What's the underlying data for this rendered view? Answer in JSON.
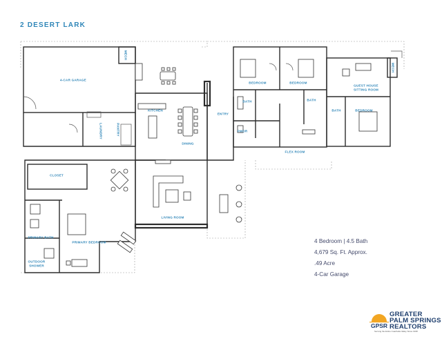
{
  "title": "2 DESERT LARK",
  "rooms": {
    "garage": "4-CAR GARAGE",
    "mech_left": "MECH",
    "laundry": "LAUNDRY",
    "pantry": "PANTRY",
    "kitchen": "KITCHEN",
    "dining": "DINING",
    "entry": "ENTRY",
    "bedroom1": "BEDROOM",
    "bedroom2": "BEDROOM",
    "bath1": "BATH",
    "bath2": "BATH",
    "pwdr": "PWDR",
    "flex_room": "FLEX ROOM",
    "guest_house": "GUEST HOUSE SITTING ROOM",
    "bath3": "BATH",
    "bedroom3": "BEDROOM",
    "mech_right": "MECH",
    "closet": "CLOSET",
    "living_room": "LIVING ROOM",
    "primary_bath": "PRIMARY BATH",
    "primary_bedroom": "PRIMARY BEDROOM",
    "outdoor_shower": "OUTDOOR SHOWER"
  },
  "specs": [
    "4 Bedroom | 4.5 Bath",
    "4,679 Sq. Ft. Approx.",
    ".49 Acre",
    "4-Car Garage"
  ],
  "logo": {
    "letters": "GPSR",
    "line1": "GREATER",
    "line2": "PALM SPRINGS",
    "line3": "REALTORS",
    "tagline": "Serving the Entire Coachella Valley Since 1938",
    "colors": {
      "sun": "#f2a623",
      "navy": "#1f3f6e",
      "teal": "#2f86b8"
    }
  }
}
